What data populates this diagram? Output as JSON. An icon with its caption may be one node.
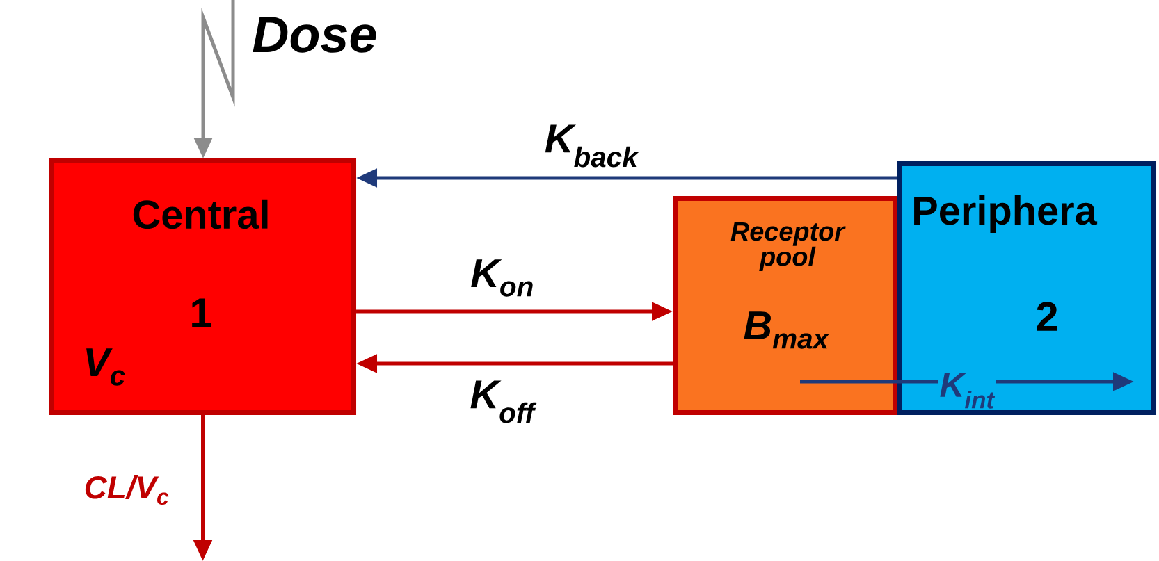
{
  "diagram": {
    "nodes": [
      {
        "text": [
          "Central",
          "1",
          "V$_{c}$"
        ]
      },
      {
        "text": [
          "Receptor pool",
          "B$_{max}$"
        ]
      },
      {
        "text": [
          "Periphera",
          "2"
        ]
      }
    ],
    "edges": [
      {
        "from": null,
        "to": 0,
        "arrow": "to",
        "label": "Dose",
        "color": "#8c8c8c"
      },
      {
        "from": 2,
        "to": 0,
        "arrow": "to",
        "label": "K$_{back}$",
        "color": "#1f3a7a"
      },
      {
        "from": 0,
        "to": 1,
        "arrow": "to",
        "label": "K$_{on}$"
      },
      {
        "from": 1,
        "to": 0,
        "arrow": "to",
        "label": "K$_{off}$"
      },
      {
        "from": 1,
        "to": 2,
        "arrow": "to",
        "label": "K$_{int}$",
        "color": "#1f3a7a"
      },
      {
        "from": 0,
        "to": null,
        "arrow": "to",
        "label": "CL/V$_{c}$"
      }
    ]
  }
}
